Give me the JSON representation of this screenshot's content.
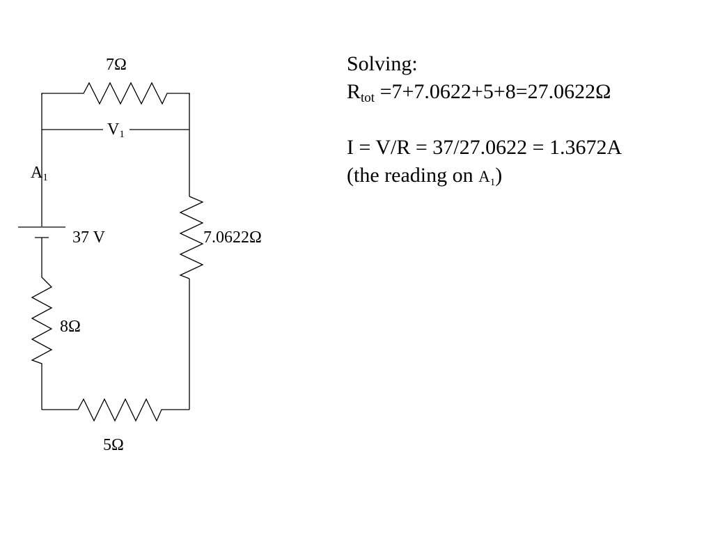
{
  "circuit": {
    "resistors": {
      "top": "7Ω",
      "right": "7.0622Ω",
      "left": "8Ω",
      "bottom": "5Ω"
    },
    "battery": "37 V",
    "voltmeter": {
      "symbol": "V",
      "index": "1"
    },
    "ammeter": {
      "symbol": "A",
      "index": "1"
    }
  },
  "solution": {
    "heading": "Solving:",
    "rtot_symbol": "R",
    "rtot_sub": "tot",
    "rtot_expr": " =7+7.0622+5+8=27.0622Ω",
    "current_line": "I = V/R = 37/27.0622 = 1.3672A",
    "reading_prefix": "(the reading on ",
    "reading_symbol": "A",
    "reading_sub": "1",
    "reading_suffix": ")"
  }
}
